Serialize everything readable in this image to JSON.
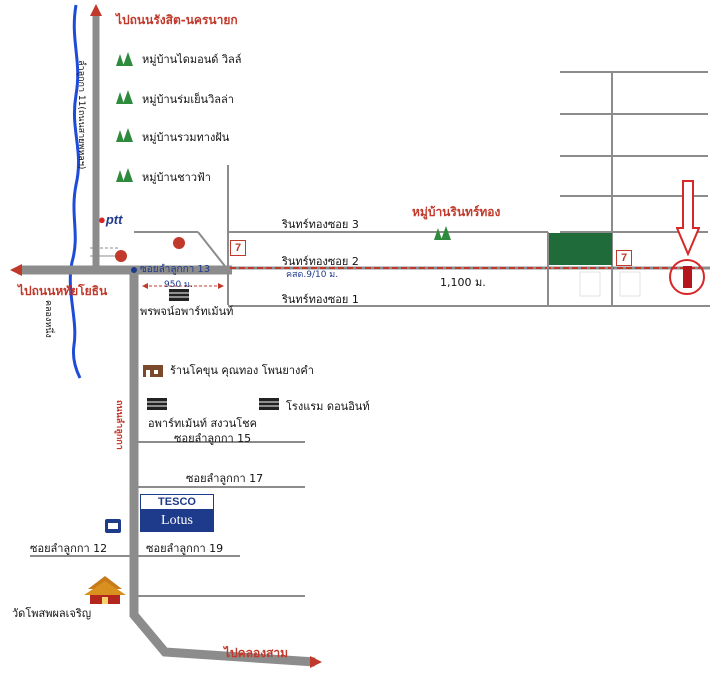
{
  "labels": {
    "top_to": "ไปถนนรังสิต-นครนายก",
    "left_to": "ไปถนนหทัยโยธิน",
    "bottom_to": "ไปคลองสาม",
    "lam_luk_ka_11": "ลำลูกกา 11(ถนนสายพหลฯ)",
    "canal_vertical": "คลองหนึ่ง",
    "road_lam_luk_ka": "ถนนลำลูกกา",
    "soi_13": "ซอยลำลูกกา 13",
    "soi_15": "ซอยลำลูกกา 15",
    "soi_17": "ซอยลำลูกกา 17",
    "soi_12": "ซอยลำลูกกา 12",
    "soi_19": "ซอยลำลูกกา 19",
    "distance_950": "950 ม.",
    "distance_1100": "1,100 ม.",
    "rinthong_soi_3": "รินทร์ทองซอย 3",
    "rinthong_soi_2": "รินทร์ทองซอย 2",
    "rinthong_soi_1": "รินทร์ทองซอย 1",
    "rinthong_village": "หมู่บ้านรินทร์ทอง",
    "house_number": "คสด.9/10 ม."
  },
  "villages": [
    "หมู่บ้านไดมอนด์ วิลล์",
    "หมู่บ้านร่มเย็นวิลล่า",
    "หมู่บ้านรวมทางฝัน",
    "หมู่บ้านชาวฟ้า"
  ],
  "landmarks": {
    "ptt": "ptt",
    "apartment_1": "พรพจน์อพาร์ทเม้นท์",
    "shop": "ร้านโคขุน คุณทอง โพนยางคำ",
    "apartment_2": "อพาร์ทเม้นท์ สงวนโชค",
    "hotel": "โรงแรม ดอนอินท์",
    "tesco": "TESCO",
    "lotus": "Lotus",
    "temple": "วัดโพสพผลเจริญ",
    "seven_eleven": "7"
  },
  "colors": {
    "road": "#8c8c8c",
    "road_dark": "#6e6e6e",
    "canal": "#1e4bd8",
    "route": "#c0392b",
    "tree": "#2e8b3e",
    "green_block": "#1f6b3a",
    "marker": "#d62828"
  },
  "icons": {
    "destination": "destination-marker-icon",
    "arrow": "arrow-down-icon"
  }
}
